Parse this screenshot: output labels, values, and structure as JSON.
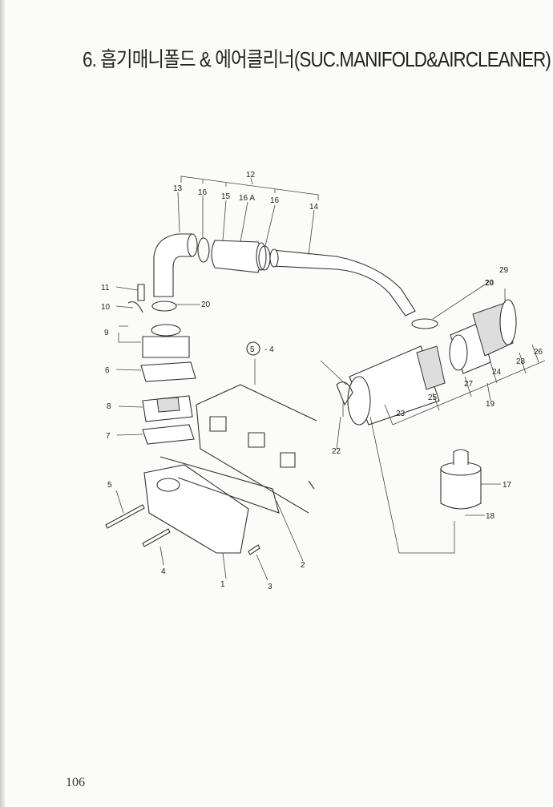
{
  "title": "6.  흡기매니폴드 & 에어클리너(SUC.MANIFOLD&AIRCLEANER)",
  "page_number": "106",
  "reference": {
    "circled": "5",
    "suffix": "- 4"
  },
  "callouts": {
    "c12": "12",
    "c13": "13",
    "c16a": "16",
    "c15": "15",
    "c16A": "16 A",
    "c16b": "16",
    "c14": "14",
    "c11": "11",
    "c10": "10",
    "c9": "9",
    "c6": "6",
    "c8": "8",
    "c7": "7",
    "c5": "5",
    "c4": "4",
    "c1": "1",
    "c3": "3",
    "c2": "2",
    "c20a": "20",
    "c20b": "20",
    "c29": "29",
    "c22": "22",
    "c23": "23",
    "c25": "25",
    "c27": "27",
    "c24": "24",
    "c28": "28",
    "c26": "26",
    "c19": "19",
    "c17": "17",
    "c18": "18"
  }
}
